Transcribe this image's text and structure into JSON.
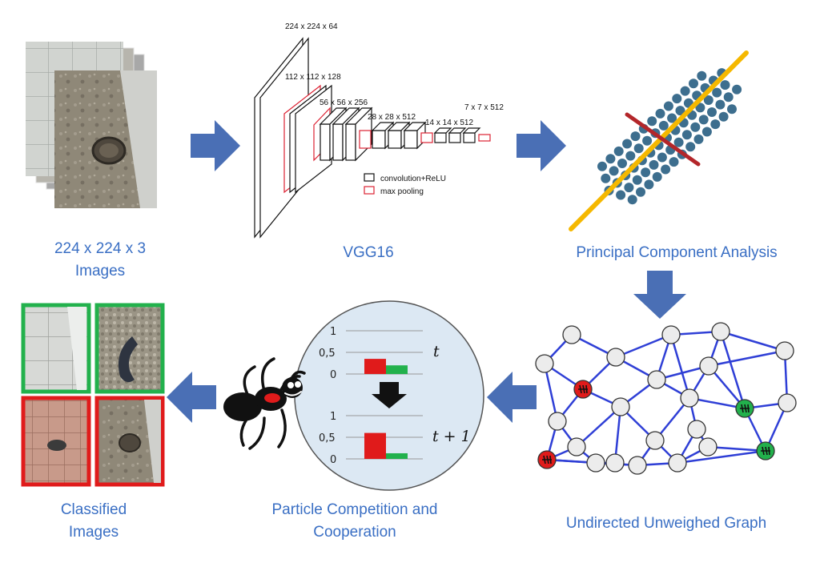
{
  "captions": {
    "images": [
      "224 x 224 x 3",
      "Images"
    ],
    "vgg": "VGG16",
    "pca": "Principal Component Analysis",
    "graph": "Undirected Unweighed Graph",
    "pcc": [
      "Particle Competition and",
      "Cooperation"
    ],
    "classified": [
      "Classified",
      "Images"
    ]
  },
  "vgg": {
    "layer_labels": [
      "224 x 224 x 64",
      "112 x 112 x 128",
      "56 x 56 x 256",
      "28 x 28 x 512",
      "14 x 14 x 512",
      "7 x 7 x 512"
    ],
    "legend": {
      "conv": "convolution+ReLU",
      "pool": "max pooling"
    }
  },
  "bar_panel": {
    "ticks": [
      "1",
      "0,5",
      "0"
    ],
    "time_labels": [
      "t",
      "t + 1"
    ],
    "series": [
      {
        "time": "t",
        "red": 0.35,
        "green": 0.2
      },
      {
        "time": "t + 1",
        "red": 0.6,
        "green": 0.13
      }
    ]
  },
  "colors": {
    "caption": "#3a6fc4",
    "arrow": "#4a6fb5",
    "edge": "#2f3fd6",
    "red_class": "#e01b1b",
    "green_class": "#22b14c",
    "pca_dot": "#3d6e8e",
    "pca_major": "#f5b800",
    "pca_minor": "#b3262a"
  }
}
